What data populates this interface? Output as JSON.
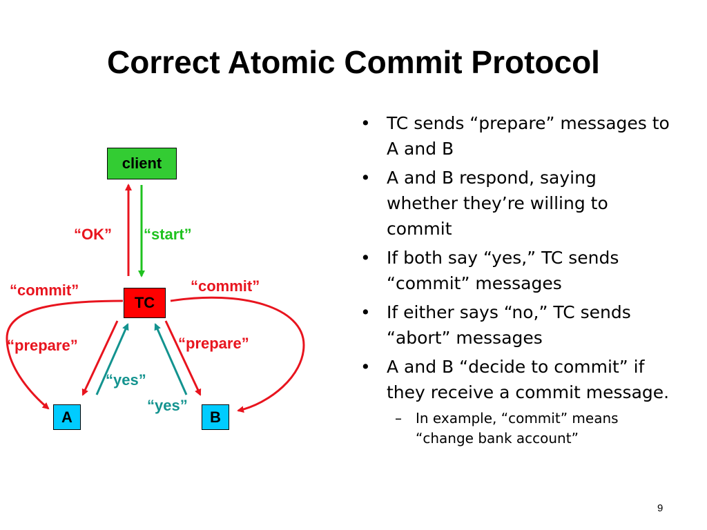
{
  "slide": {
    "title": "Correct Atomic Commit Protocol",
    "page_number": "9"
  },
  "diagram": {
    "nodes": {
      "client": "client",
      "tc": "TC",
      "a": "A",
      "b": "B"
    },
    "labels": {
      "ok": "“OK”",
      "start": "“start”",
      "commit_left": "“commit”",
      "commit_right": "“commit”",
      "prepare_left": "“prepare”",
      "prepare_right": "“prepare”",
      "yes_left": "“yes”",
      "yes_right": "“yes”"
    },
    "colors": {
      "red": "#e8141e",
      "green": "#1fc21f",
      "teal": "#13938f",
      "client_fill": "#33cc33",
      "tc_fill": "#ff0000",
      "ab_fill": "#00ccff"
    }
  },
  "bullets": [
    "TC sends “prepare” messages to A and B",
    "A and B respond, saying whether they’re willing to commit",
    "If both say “yes,” TC sends “commit” messages",
    "If either says “no,” TC sends “abort” messages",
    "A and B “decide to commit” if they receive a commit message."
  ],
  "sub_bullets": [
    "In example, “commit” means “change bank account”"
  ]
}
